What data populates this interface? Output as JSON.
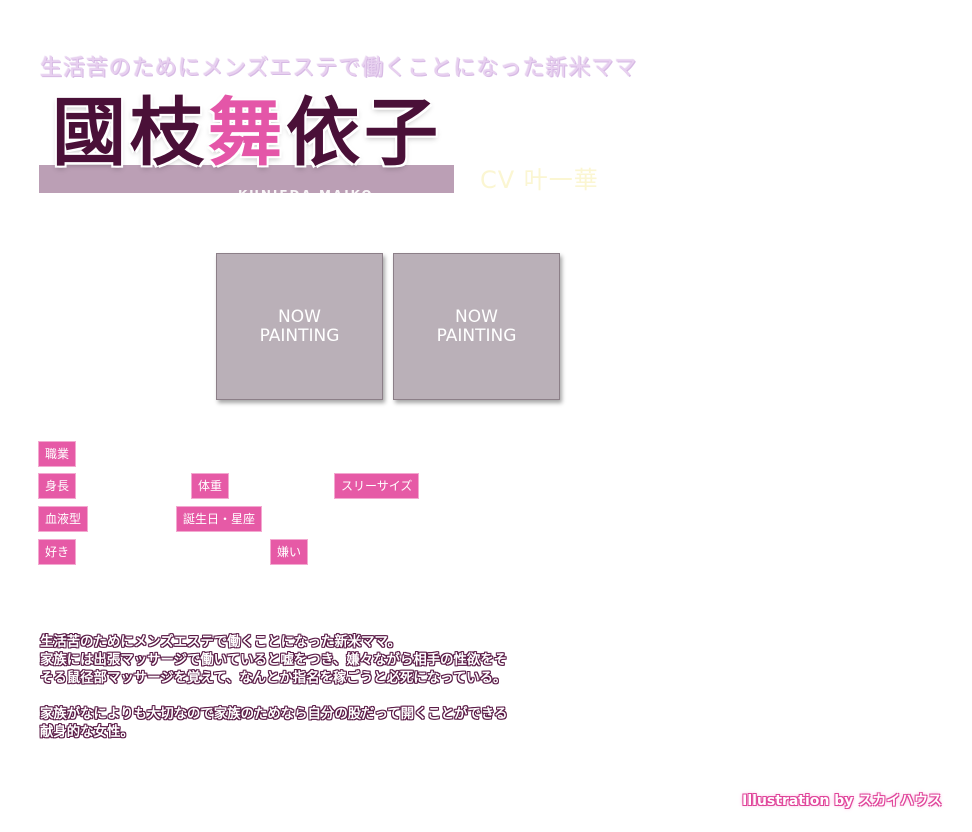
{
  "tagline": "生活苦のためにメンズエステで働くことになった新米ママ",
  "name": {
    "part1": "國枝",
    "accent": "舞",
    "part2": "依子",
    "romaji": "KUNIEDA MAIKO"
  },
  "cv": "CV 叶一華",
  "panels": [
    {
      "label": "NOW\nPAINTING"
    },
    {
      "label": "NOW\nPAINTING"
    }
  ],
  "profile": {
    "occupation": "職業",
    "height": "身長",
    "weight": "体重",
    "three_sizes": "スリーサイズ",
    "blood_type": "血液型",
    "birthday": "誕生日・星座",
    "likes": "好き",
    "dislikes": "嫌い"
  },
  "description": {
    "lines": [
      "生活苦のためにメンズエステで働くことになった新米ママ。",
      "家族には出張マッサージで働いていると嘘をつき、嫌々ながら相手の性欲をそ",
      "そる鼠径部マッサージを覚えて、なんとか指名を稼ごうと必死になっている。",
      "家族がなによりも大切なので家族のためなら自分の股だって開くことができる",
      "献身的な女性。"
    ]
  },
  "credit": "Illustration by スカイハウス",
  "colors": {
    "accent_pink": "#e65aa6",
    "name_dark": "#4a1038",
    "bar": "#bb9fb5",
    "panel": "#bab0b8"
  }
}
